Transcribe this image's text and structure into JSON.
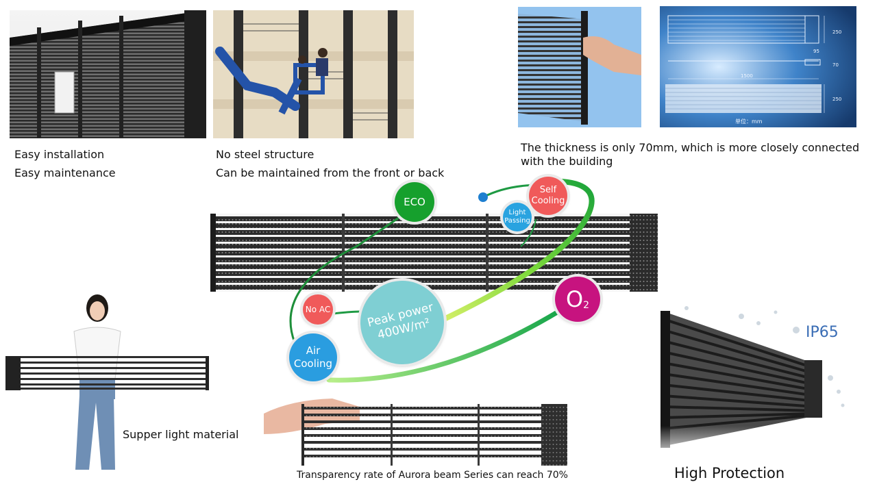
{
  "captions": {
    "installation_line1": "Easy installation",
    "installation_line2": "Easy maintenance",
    "structure_line1": "No steel structure",
    "structure_line2": "Can be maintained from the front or back",
    "thickness": "The thickness is only 70mm, which is more closely connected with the building",
    "light_material": "Supper light material",
    "transparency": "Transparency rate of Aurora beam Series can reach 70%",
    "protection": "High Protection",
    "ip_rating": "IP65"
  },
  "drawing_dims": {
    "width": "1500",
    "height_top": "250",
    "gap": "95",
    "depth": "70",
    "height_bottom": "250",
    "unit_label": "单位：mm"
  },
  "features": {
    "eco": "ECO",
    "self_cooling_1": "Self",
    "self_cooling_2": "Cooling",
    "light_passing_1": "Light",
    "light_passing_2": "Passing",
    "no_ac": "No AC",
    "peak_power_1": "Peak power",
    "peak_power_2": "400W/m²",
    "air_cooling_1": "Air",
    "air_cooling_2": "Cooling",
    "o2_letter": "O",
    "o2_sub": "2"
  },
  "colors": {
    "eco": "#16a02d",
    "self_cooling": "#f05a5a",
    "light_passing": "#29a3e0",
    "no_ac": "#f05a5a",
    "peak_power": "#7fcfd3",
    "air_cooling": "#2a9de0",
    "o2": "#c7137f",
    "caption_blue": "#3a6db5"
  }
}
